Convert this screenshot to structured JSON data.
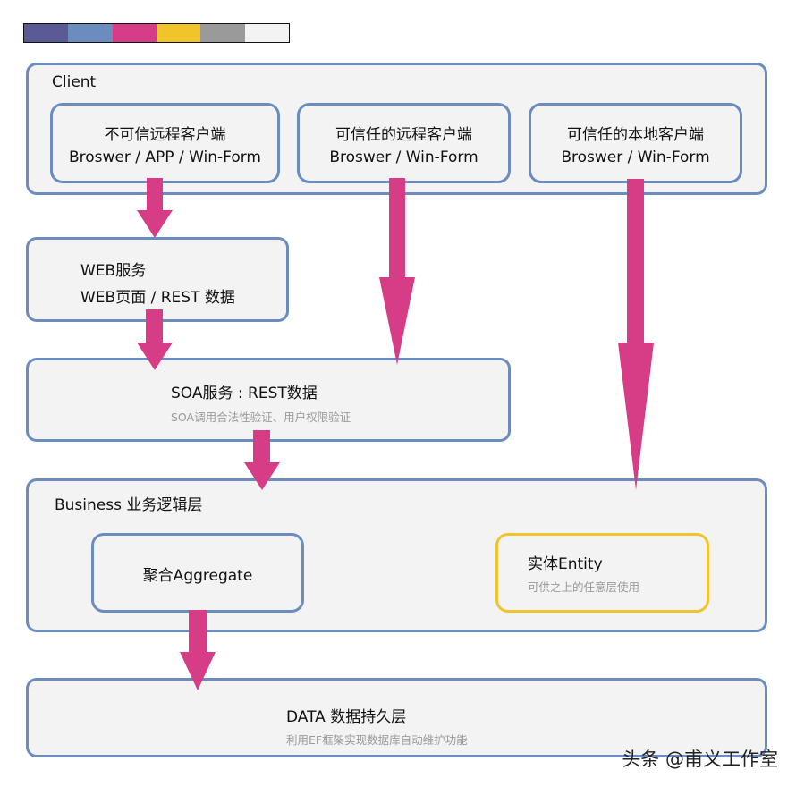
{
  "palette": {
    "swatches": [
      {
        "name": "purple",
        "color": "#5a5a96"
      },
      {
        "name": "blue",
        "color": "#6b8cbf"
      },
      {
        "name": "magenta",
        "color": "#d73d87"
      },
      {
        "name": "yellow",
        "color": "#f0c42a"
      },
      {
        "name": "gray",
        "color": "#9a9a9a"
      },
      {
        "name": "light-gray",
        "color": "#f3f3f3"
      }
    ]
  },
  "colors": {
    "border": "#6b8cbf",
    "arrow": "#d73d87",
    "entity_border": "#f0c42a",
    "box_fill": "#f3f3f3",
    "note_text": "#9a9a9a"
  },
  "client": {
    "label": "Client",
    "untrusted_remote": {
      "title": "不可信远程客户端",
      "subtitle": "Broswer / APP / Win-Form"
    },
    "trusted_remote": {
      "title": "可信任的远程客户端",
      "subtitle": "Broswer / Win-Form"
    },
    "trusted_local": {
      "title": "可信任的本地客户端",
      "subtitle": "Broswer / Win-Form"
    }
  },
  "web_service": {
    "title": "WEB服务",
    "subtitle": "WEB页面 / REST 数据"
  },
  "soa_service": {
    "title": "SOA服务 : REST数据",
    "note": "SOA调用合法性验证、用户权限验证"
  },
  "business": {
    "label": "Business 业务逻辑层",
    "aggregate": {
      "title": "聚合Aggregate"
    },
    "entity": {
      "title": "实体Entity",
      "note": "可供之上的任意层使用"
    }
  },
  "data_layer": {
    "title": "DATA 数据持久层",
    "note": "利用EF框架实现数据库自动维护功能"
  },
  "watermark": "头条 @甫义工作室"
}
